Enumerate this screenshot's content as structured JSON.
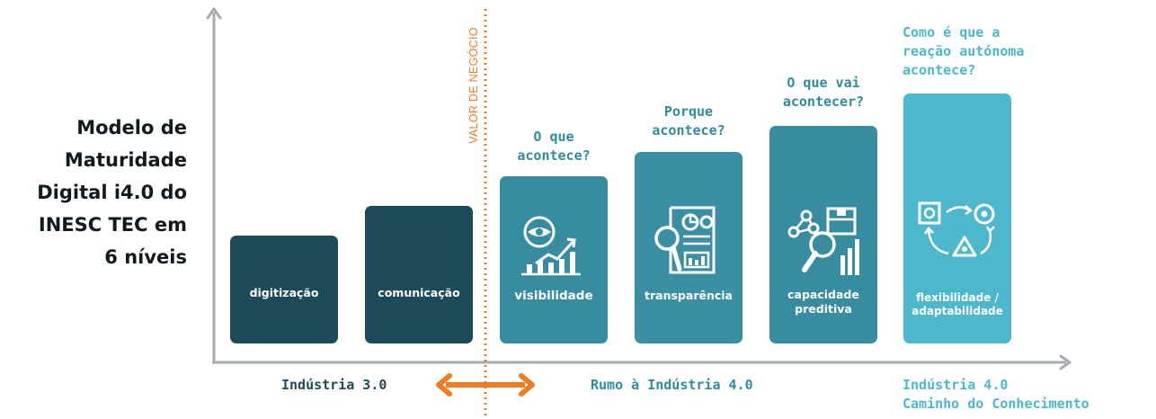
{
  "title_lines": [
    "Modelo de",
    "Maturidade",
    "Digital i4.0 do",
    "INESC TEC em",
    "6 níveis"
  ],
  "value_axis_label": "VALOR DE NEGÓCIO",
  "levels": [
    {
      "label": "digitização",
      "question": []
    },
    {
      "label": "comunicação",
      "question": []
    },
    {
      "label": "visibilidade",
      "question": [
        "O que",
        "acontece?"
      ]
    },
    {
      "label": "transparência",
      "question": [
        "Porque",
        "acontece?"
      ]
    },
    {
      "label_lines": [
        "capacidade",
        "preditiva"
      ],
      "question": [
        "O que vai",
        "acontecer?"
      ]
    },
    {
      "label_lines": [
        "flexibilidade /",
        "adaptabilidade"
      ],
      "question": [
        "Como é que a",
        "reação autónoma",
        "acontece?"
      ]
    }
  ],
  "stages": {
    "industry30": "Indústria 3.0",
    "towards40": "Rumo à Indústria 4.0",
    "industry40": [
      "Indústria 4.0",
      "Caminho do Conhecimento"
    ]
  },
  "colors": {
    "dark_teal": "#1c4a58",
    "mid_teal": "#388c9f",
    "teal2": "#3b8fa3",
    "light_teal": "#4db8cc",
    "accent_orange": "#f07c22",
    "axis_gray": "#a6abb1",
    "question_teal": "#2e8c9e",
    "question_light": "#4bb8cc"
  },
  "icons": [
    "eye-chart-icon",
    "report-magnifier-icon",
    "network-box-chart-icon",
    "cycle-arrows-icon"
  ]
}
